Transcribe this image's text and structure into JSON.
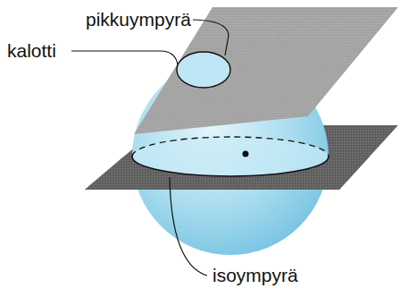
{
  "diagram": {
    "labels": [
      "pikkuympyrä",
      "kalotti",
      "isoympyrä"
    ]
  }
}
